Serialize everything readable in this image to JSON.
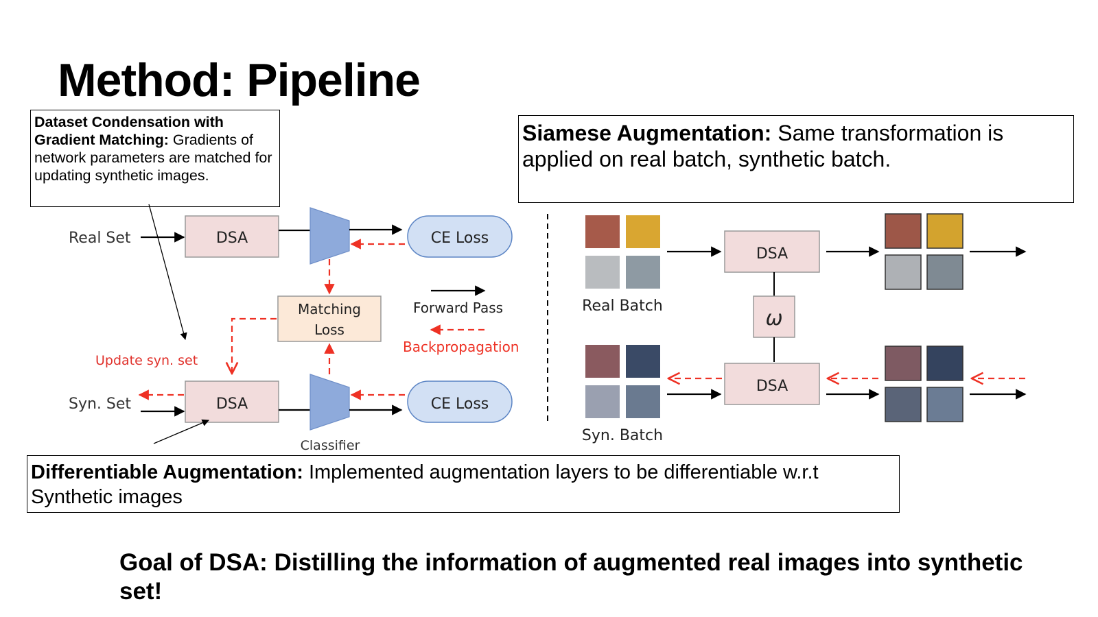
{
  "title": "Method: Pipeline",
  "callouts": {
    "gradient_matching": {
      "bold": "Dataset Condensation with Gradient Matching:",
      "text": " Gradients of network parameters are matched for updating synthetic images."
    },
    "siamese": {
      "bold": "Siamese Augmentation:",
      "text": " Same transformation is applied on real batch, synthetic batch."
    },
    "differentiable": {
      "bold": "Differentiable Augmentation:",
      "text": " Implemented augmentation layers to be differentiable w.r.t Synthetic images"
    }
  },
  "goal": "Goal of DSA: Distilling the information of augmented real images into synthetic set!",
  "diagram": {
    "real_set": "Real Set",
    "syn_set": "Syn. Set",
    "dsa": "DSA",
    "ce_loss": "CE Loss",
    "matching_loss_line1": "Matching",
    "matching_loss_line2": "Loss",
    "classifier": "Classifier",
    "update_syn_set": "Update syn. set",
    "forward_pass": "Forward Pass",
    "backpropagation": "Backpropagation",
    "real_batch": "Real Batch",
    "syn_batch": "Syn. Batch",
    "omega": "ω"
  },
  "colors": {
    "dsa_fill": "#f2dcdc",
    "ce_fill": "#d2e0f4",
    "matching_fill": "#fce9d8",
    "classifier_fill": "#8eaadb",
    "backprop_red": "#ee3124",
    "update_red": "#e0302a"
  }
}
